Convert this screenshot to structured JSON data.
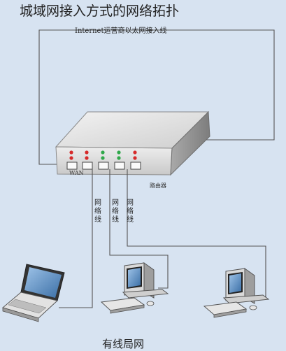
{
  "title": "城域网接入方式的网络拓扑",
  "top_link_label": "Internet运营商以太网接入线",
  "router_label": "路由器",
  "router_wan_label": "WAN",
  "cable_label_chars": [
    "网",
    "络",
    "线"
  ],
  "bottom_label": "有线局网",
  "colors": {
    "background": "#d7e3f1",
    "led_red": "#d62a2a",
    "led_green": "#2fa84a"
  }
}
